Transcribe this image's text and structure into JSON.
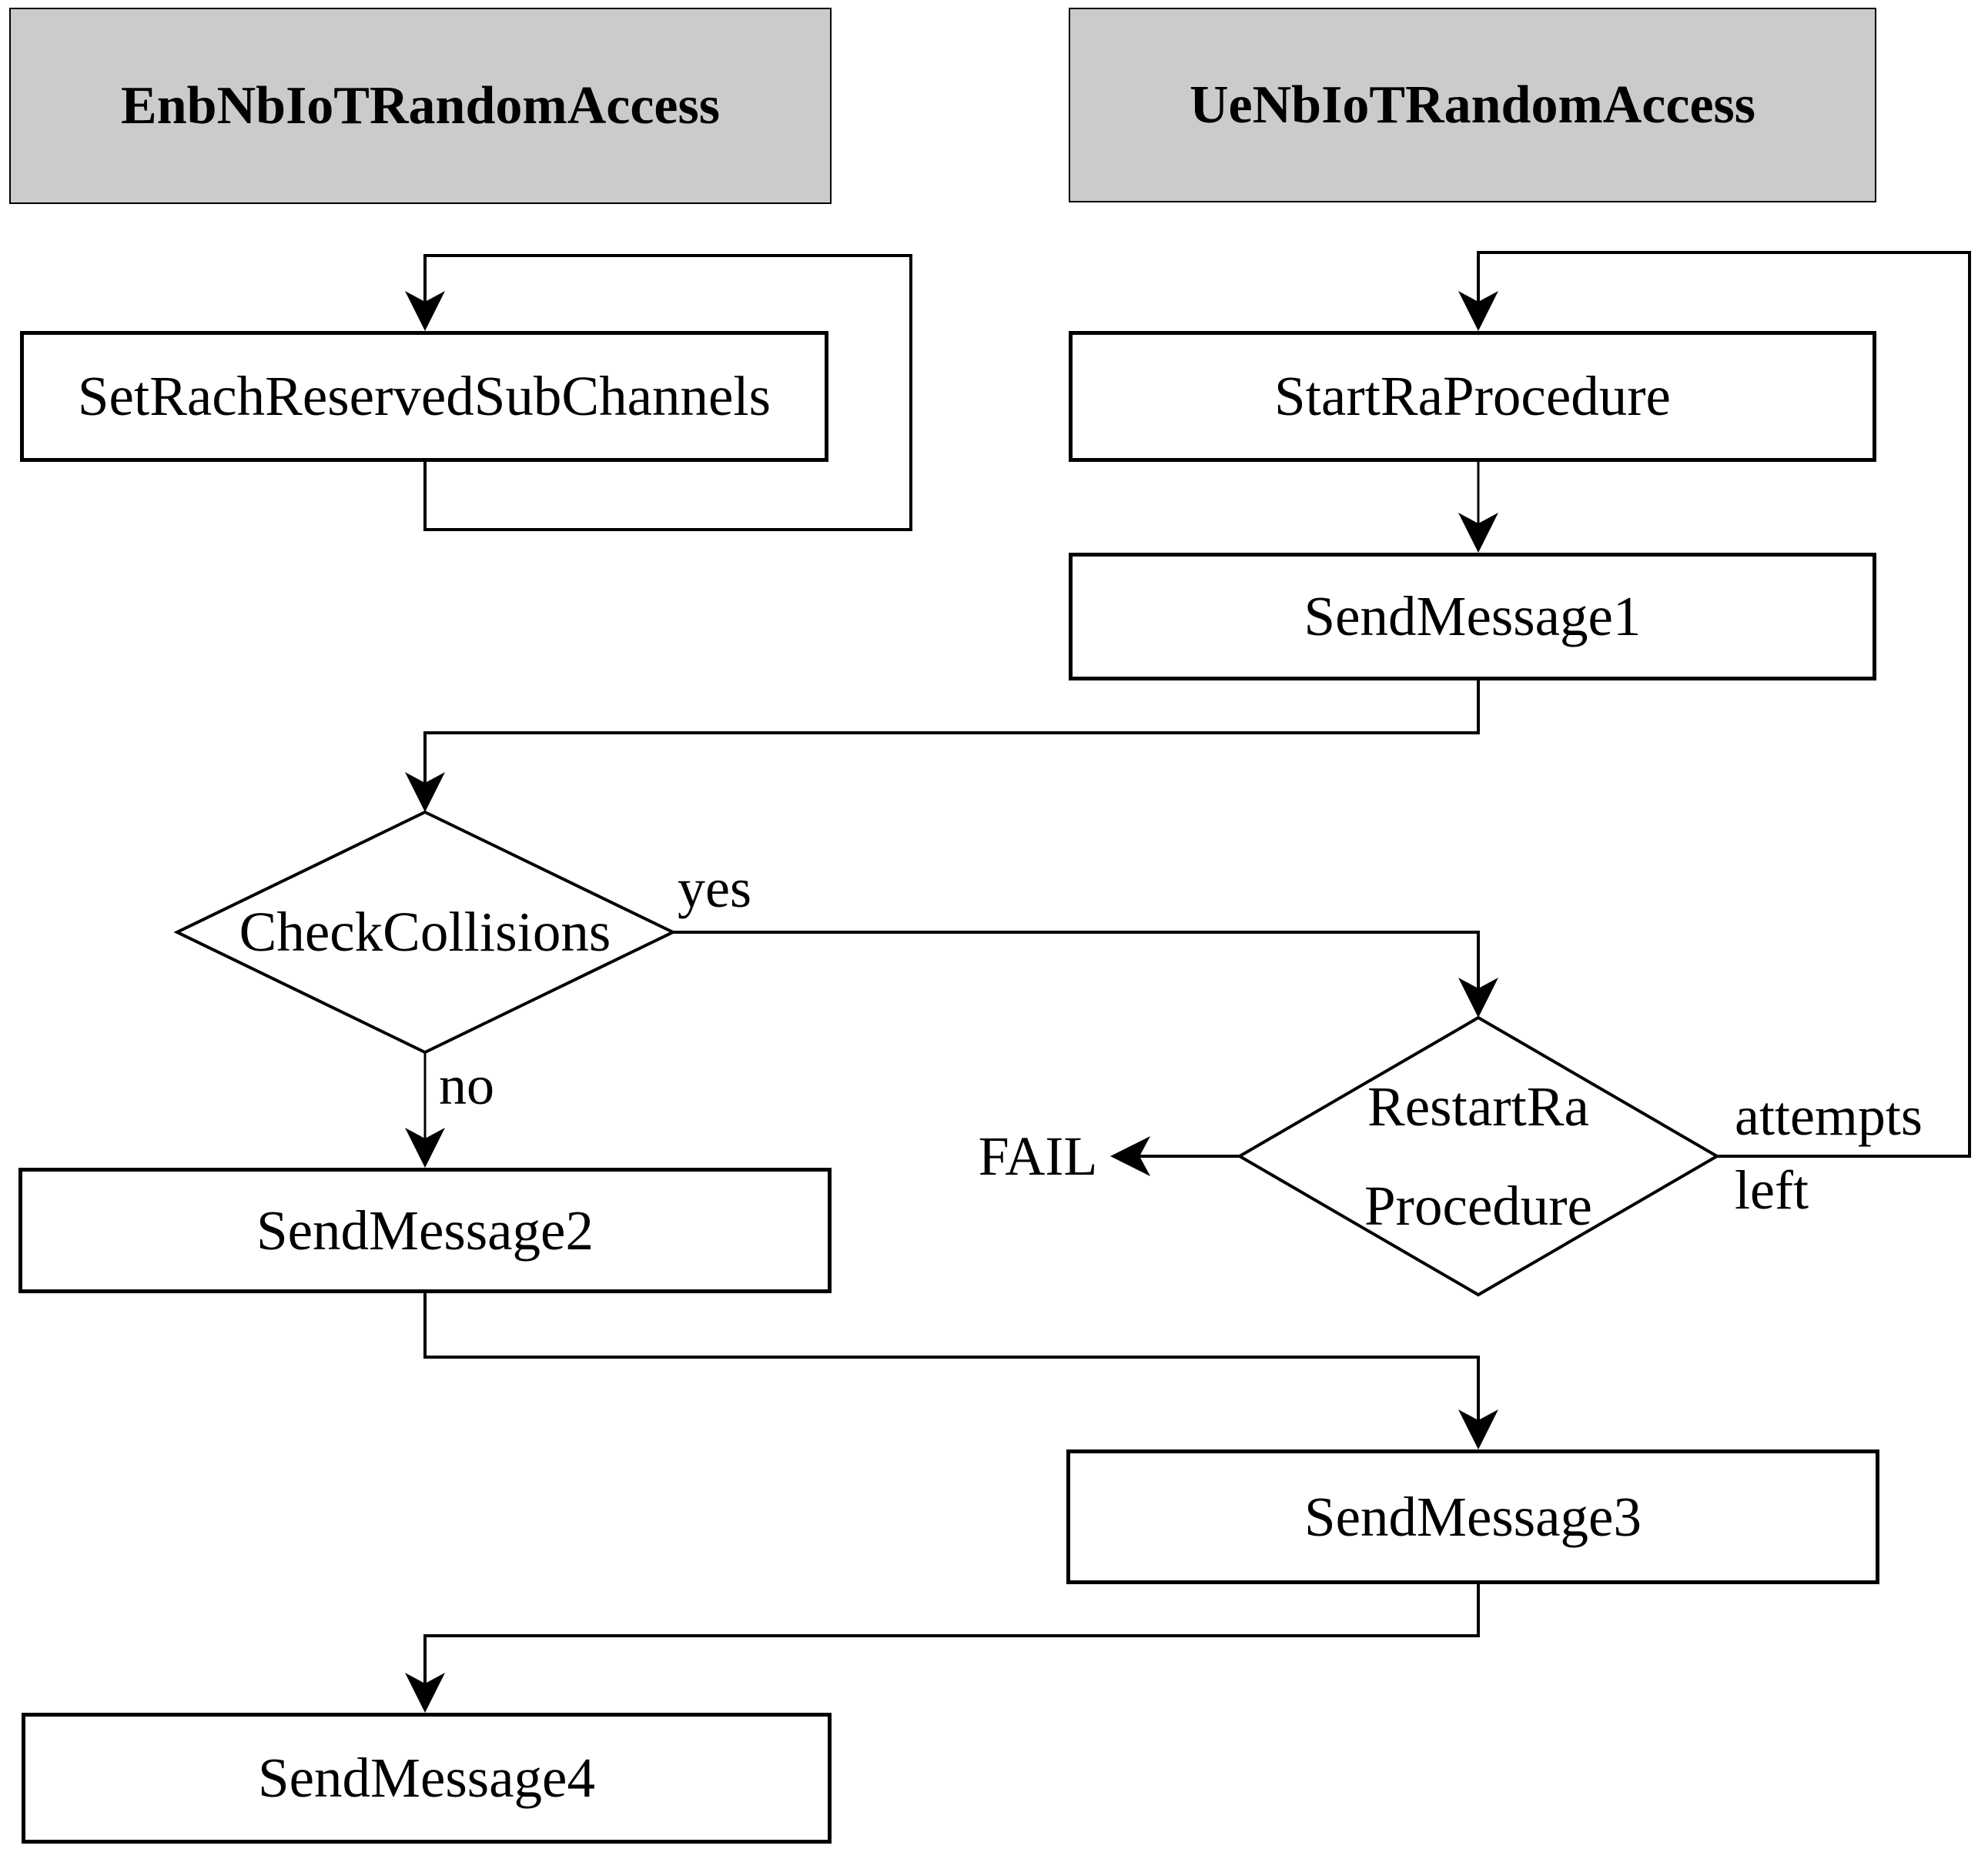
{
  "diagram": {
    "headers": {
      "enb": {
        "label": "EnbNbIoTRandomAccess"
      },
      "ue": {
        "label": "UeNbIoTRandomAccess"
      }
    },
    "nodes": {
      "set_rach": {
        "label": "SetRachReservedSubChannels"
      },
      "start_ra": {
        "label": "StartRaProcedure"
      },
      "send_message1": {
        "label": "SendMessage1"
      },
      "send_message2": {
        "label": "SendMessage2"
      },
      "send_message3": {
        "label": "SendMessage3"
      },
      "send_message4": {
        "label": "SendMessage4"
      }
    },
    "decisions": {
      "check_collisions": {
        "label": "CheckCollisions"
      },
      "restart_ra": {
        "line1": "RestartRa",
        "line2": "Procedure"
      }
    },
    "edge_labels": {
      "yes": "yes",
      "no": "no",
      "fail": "FAIL",
      "attempts": "attempts",
      "left": "left"
    },
    "colors": {
      "header_fill": "#cbcbcb",
      "node_fill": "#ffffff",
      "line": "#000000"
    }
  }
}
